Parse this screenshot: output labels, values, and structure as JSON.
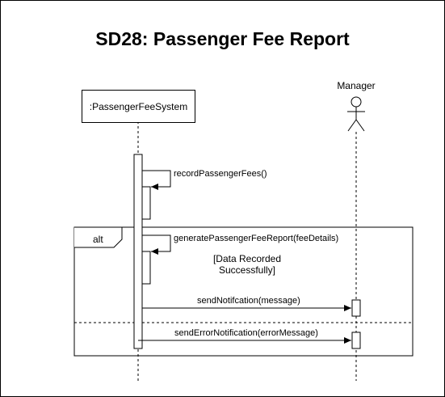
{
  "diagram": {
    "title": "SD28: Passenger Fee Report",
    "participants": {
      "system": ":PassengerFeeSystem",
      "actor": "Manager"
    },
    "fragment": {
      "operator": "alt",
      "guard_line1": "[Data Recorded",
      "guard_line2": "Successfully]"
    },
    "messages": {
      "m1": "recordPassengerFees()",
      "m2": "generatePassengerFeeReport(feeDetails)",
      "m3": "sendNotifcation(message)",
      "m4": "sendErrorNotification(errorMessage)"
    }
  }
}
